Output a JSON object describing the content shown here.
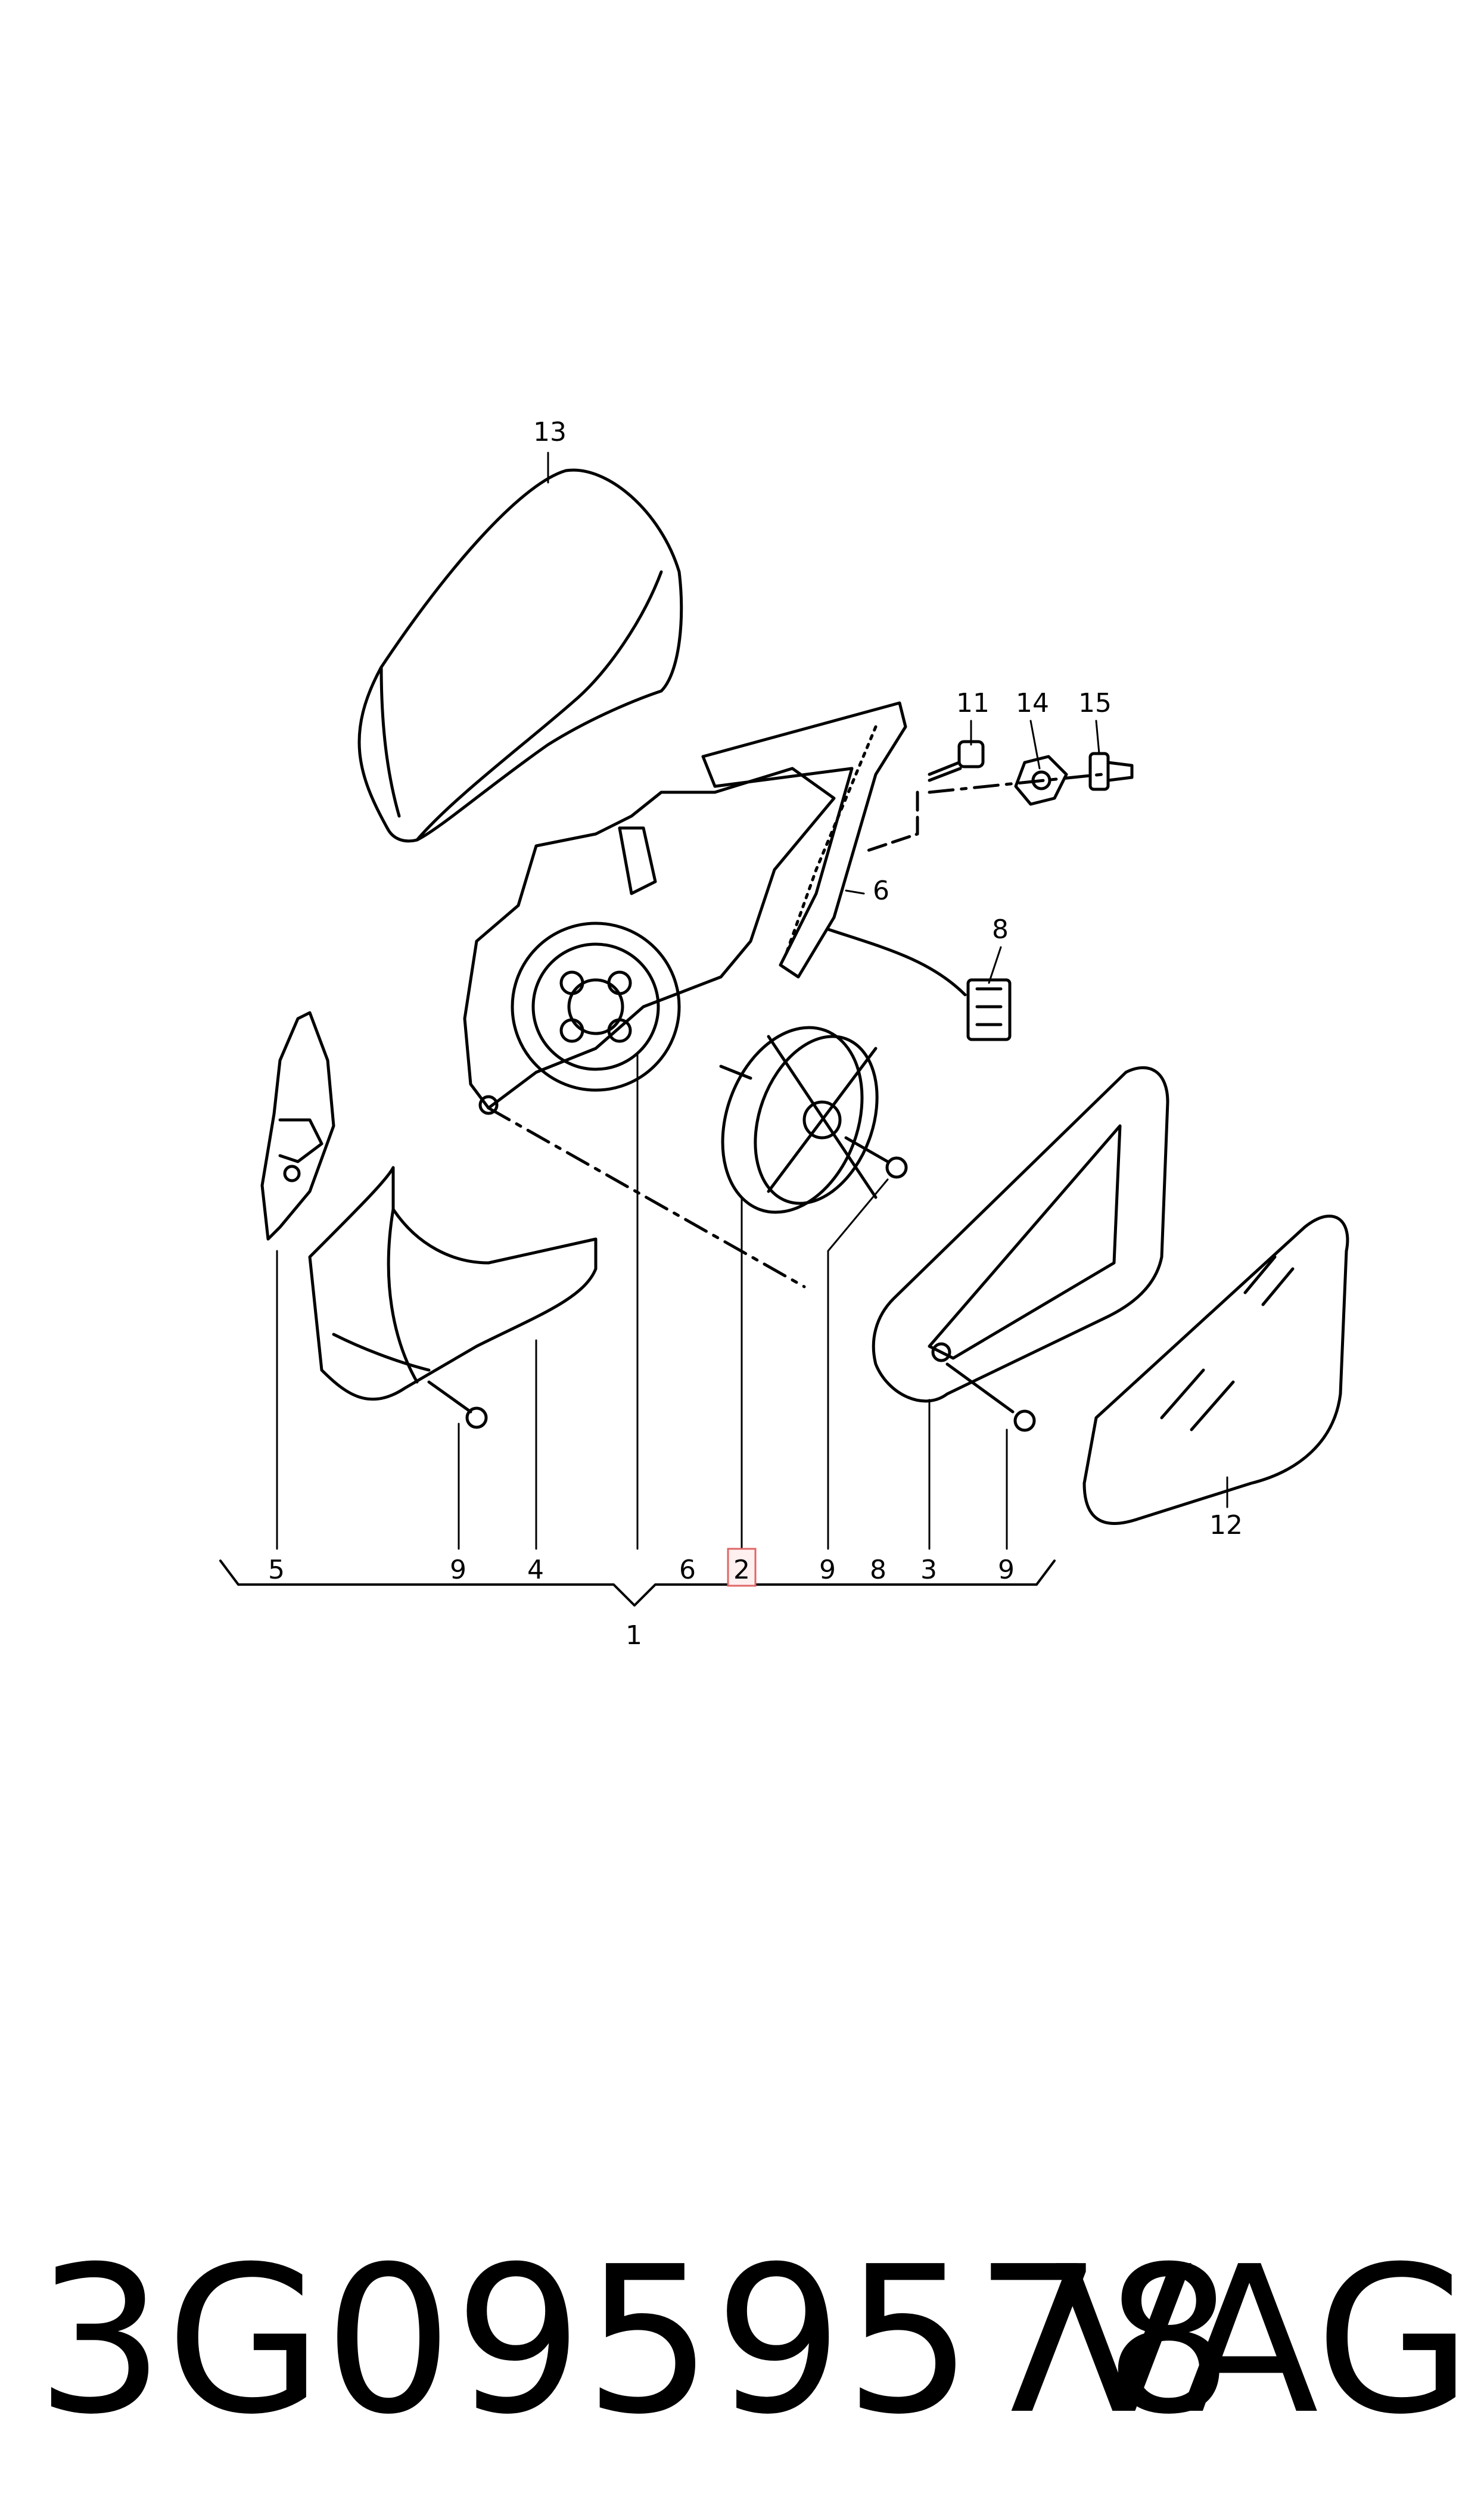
{
  "diagram": {
    "callouts": {
      "c13": "13",
      "c11": "11",
      "c14": "14",
      "c15": "15",
      "c6_side": "6",
      "c8_side": "8",
      "c12_side": "12",
      "c1": "1"
    },
    "bottom_row": [
      "5",
      "9",
      "4",
      "6",
      "2",
      "9",
      "8",
      "3",
      "9"
    ],
    "highlighted_callout": "2"
  },
  "footer": {
    "part_number": "3G0959578",
    "brand": "VAG"
  }
}
